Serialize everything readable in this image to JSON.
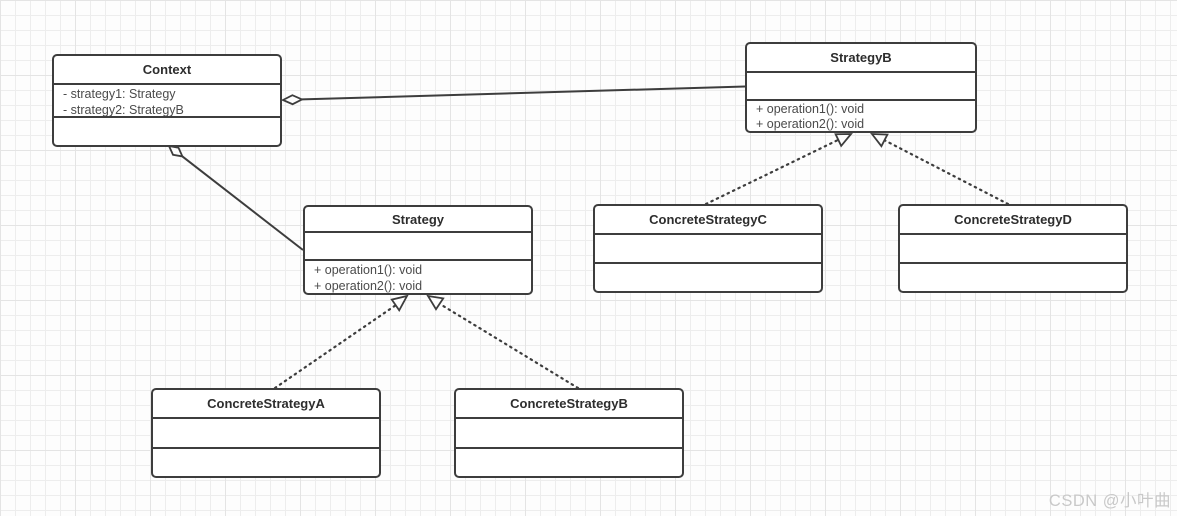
{
  "diagram": {
    "classes": {
      "context": {
        "name": "Context",
        "attributes": [
          "- strategy1: Strategy",
          "- strategy2: StrategyB"
        ],
        "methods": []
      },
      "strategyb": {
        "name": "StrategyB",
        "attributes": [],
        "methods": [
          "+ operation1(): void",
          "+ operation2(): void"
        ]
      },
      "strategy": {
        "name": "Strategy",
        "attributes": [],
        "methods": [
          "+ operation1(): void",
          "+ operation2(): void"
        ]
      },
      "concretestrategyc": {
        "name": "ConcreteStrategyC",
        "attributes": [],
        "methods": []
      },
      "concretestrategyd": {
        "name": "ConcreteStrategyD",
        "attributes": [],
        "methods": []
      },
      "concretestrategya": {
        "name": "ConcreteStrategyA",
        "attributes": [],
        "methods": []
      },
      "concretestrategyb": {
        "name": "ConcreteStrategyB",
        "attributes": [],
        "methods": []
      }
    },
    "relationships": [
      {
        "type": "aggregation",
        "from": "Context",
        "to": "StrategyB",
        "line": "solid",
        "marker": "hollow-diamond-at-context"
      },
      {
        "type": "aggregation",
        "from": "Context",
        "to": "Strategy",
        "line": "solid",
        "marker": "hollow-diamond-at-context"
      },
      {
        "type": "realization",
        "from": "ConcreteStrategyA",
        "to": "Strategy",
        "line": "dotted",
        "marker": "hollow-triangle-at-strategy"
      },
      {
        "type": "realization",
        "from": "ConcreteStrategyB",
        "to": "Strategy",
        "line": "dotted",
        "marker": "hollow-triangle-at-strategy"
      },
      {
        "type": "realization",
        "from": "ConcreteStrategyC",
        "to": "StrategyB",
        "line": "dotted",
        "marker": "hollow-triangle-at-strategyb"
      },
      {
        "type": "realization",
        "from": "ConcreteStrategyD",
        "to": "StrategyB",
        "line": "dotted",
        "marker": "hollow-triangle-at-strategyb"
      }
    ]
  },
  "watermark": {
    "text": "CSDN @小叶曲"
  },
  "colors": {
    "box_border": "#3d3d3d",
    "box_fill": "#ffffff",
    "title_text": "#2d2d2d",
    "member_text": "#4b4b4b",
    "connector": "#3d3d3d",
    "grid_minor": "#ededed",
    "grid_major": "#e4e4e4",
    "canvas_background": "#fdfdfd",
    "watermark_text": "#c9c9c9"
  }
}
